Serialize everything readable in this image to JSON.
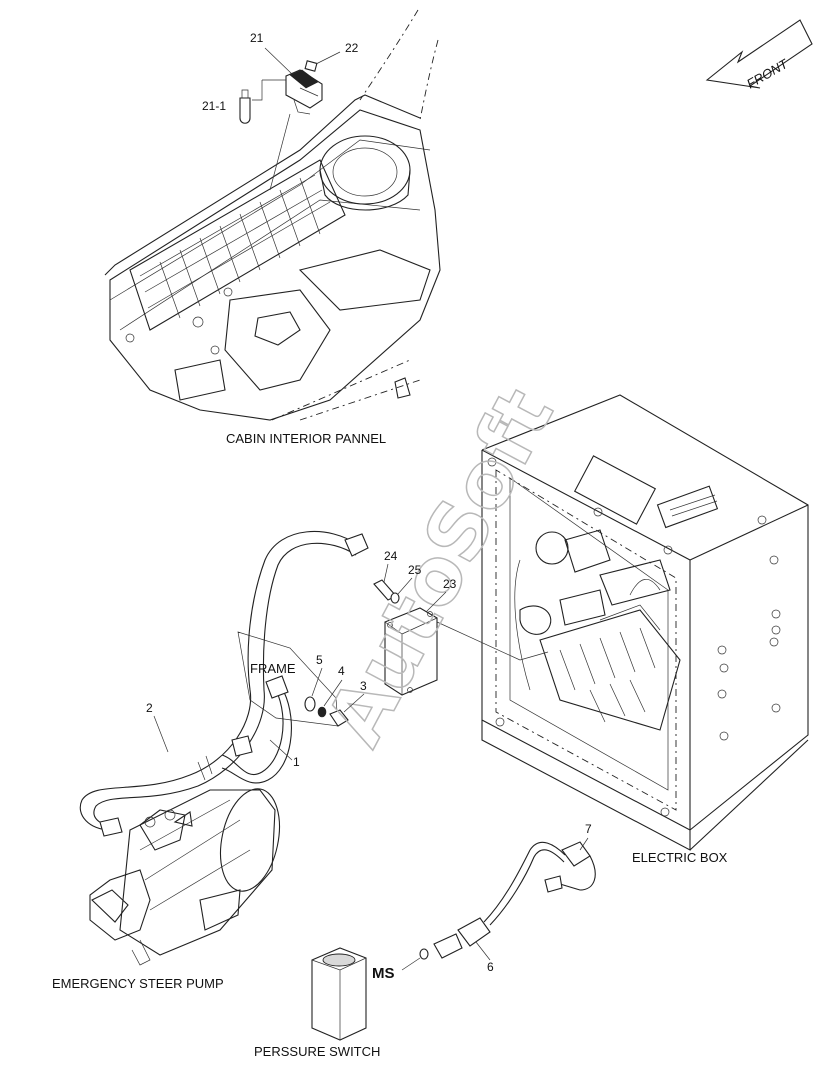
{
  "labels": {
    "cabin_interior_panel": "CABIN INTERIOR PANNEL",
    "electric_box": "ELECTRIC BOX",
    "emergency_steer_pump": "EMERGENCY STEER PUMP",
    "pressure_switch": "PERSSURE SWITCH",
    "frame": "FRAME",
    "front": "FRONT",
    "ms": "MS"
  },
  "watermark": "AutoSoft",
  "part_numbers": {
    "p21": "21",
    "p22": "22",
    "p21_1": "21-1",
    "p24": "24",
    "p25": "25",
    "p23": "23",
    "p5": "5",
    "p4": "4",
    "p3": "3",
    "p2": "2",
    "p1": "1",
    "p7": "7",
    "p6": "6"
  }
}
